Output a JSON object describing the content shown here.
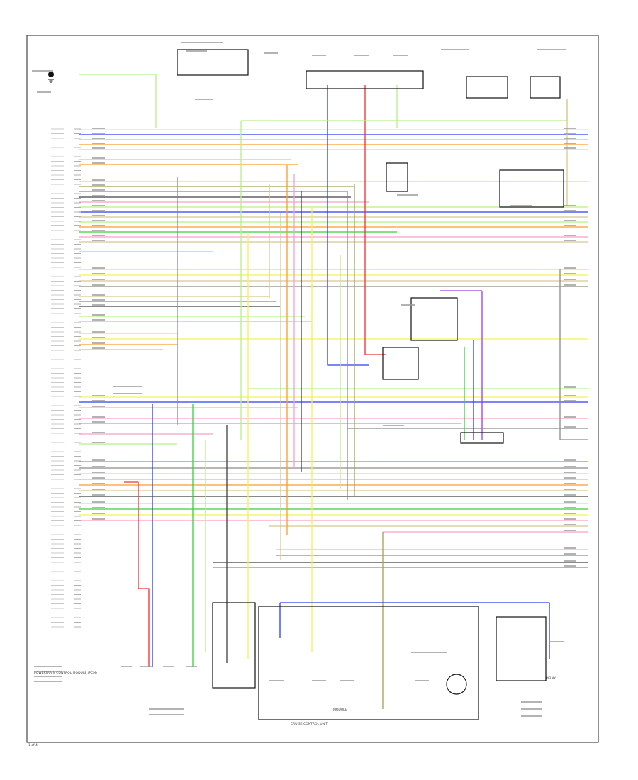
{
  "diagram": {
    "colors": {
      "yellow": "#f2f25a",
      "blue": "#2a3cf0",
      "red": "#f03030",
      "green": "#3ad03a",
      "light_green": "#b8ef8a",
      "orange": "#ff9a2a",
      "pink": "#f7a0c8",
      "gray": "#8a8a8a",
      "dark_gray": "#404040",
      "black": "#111111",
      "violet": "#9a40e0",
      "tan": "#d8c890",
      "olive": "#a8a050"
    },
    "captions": {
      "left_block": "POWERTRAIN CONTROL MODULE (PCM)",
      "bottom_center": "MODULE",
      "bottom_right_relay": "RELAY",
      "cruise_control_unit": "CRUISE CONTROL UNIT",
      "page_ref": "1 of 4"
    }
  }
}
